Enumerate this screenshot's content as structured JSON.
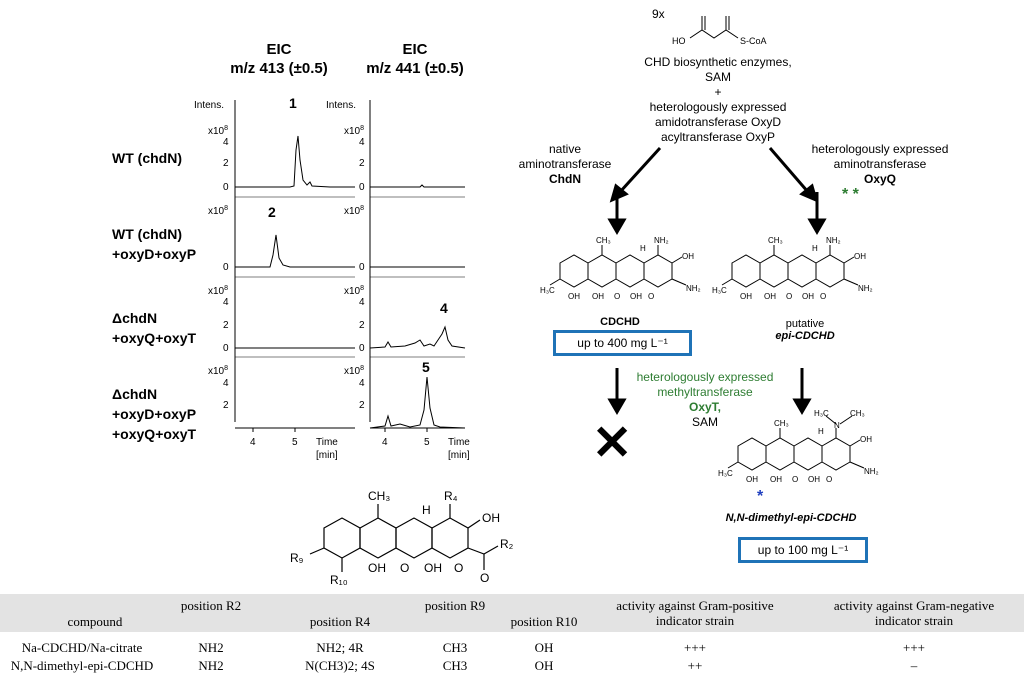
{
  "eic_left": {
    "title": "EIC",
    "subtitle": "m/z 413 (±0.5)"
  },
  "eic_right": {
    "title": "EIC",
    "subtitle": "m/z 441 (±0.5)"
  },
  "rows": [
    {
      "label_1": "WT (chdN)",
      "label_2": "",
      "label_3": ""
    },
    {
      "label_1": "WT (chdN)",
      "label_2": "+oxyD+oxyP",
      "label_3": ""
    },
    {
      "label_1": "ΔchdN",
      "label_2": "+oxyQ+oxyT",
      "label_3": ""
    },
    {
      "label_1": "ΔchdN",
      "label_2": "+oxyD+oxyP",
      "label_3": "+oxyQ+oxyT"
    }
  ],
  "axis": {
    "intens": "Intens.",
    "scale": "x10",
    "scale_exp": "8",
    "y_ticks": [
      "4",
      "2",
      "0"
    ],
    "x_ticks": [
      "4",
      "5"
    ],
    "time_label": "Time",
    "time_unit": "[min]"
  },
  "peak_labels": [
    "1",
    "2",
    "4",
    "5"
  ],
  "pathway": {
    "substrate_count": "9x",
    "substrate_labels": [
      "HO",
      "S-CoA"
    ],
    "enzymes_line1": "CHD biosynthetic enzymes,",
    "enzymes_line2": "SAM",
    "plus": "+",
    "hetero_line1": "heterologously expressed",
    "hetero_line2": "amidotransferase OxyD",
    "hetero_line3": "acyltransferase OxyP",
    "native_line1": "native",
    "native_line2": "aminotransferase",
    "native_line3": "ChdN",
    "oxyq_line1": "heterologously expressed",
    "oxyq_line2": "aminotransferase",
    "oxyq_line3": "OxyQ",
    "oxyq_stars": "* *",
    "cdchd_name": "CDCHD",
    "cdchd_yield": "up to 400 mg L⁻¹",
    "epi_line1": "putative",
    "epi_line2": "epi-CDCHD",
    "oxyt_line1": "heterologously expressed",
    "oxyt_line2": "methyltransferase",
    "oxyt_line3": "OxyT,",
    "oxyt_line4": "SAM",
    "dimethyl_star": "*",
    "dimethyl_name": "N,N-dimethyl-epi-CDCHD",
    "dimethyl_yield": "up to 100 mg L⁻¹",
    "cross": "✕",
    "struct_labels": [
      "CH₃",
      "H",
      "NH₂",
      "OH",
      "H₃C",
      "OH",
      "OH",
      "O",
      "OH",
      "O",
      "O",
      "NH₂",
      "H₃C",
      "CH₃",
      "N"
    ],
    "generic_labels": [
      "CH₃",
      "R₄",
      "H",
      "OH",
      "R₉",
      "R₁₀",
      "OH",
      "O",
      "OH",
      "O",
      "O",
      "R₂"
    ]
  },
  "table": {
    "headers": [
      "compound",
      "position R2",
      "position R4",
      "position R9",
      "position R10",
      "activity against Gram-positive indicator strain",
      "activity against Gram-negative indicator strain"
    ],
    "rows": [
      [
        "Na-CDCHD/Na-citrate",
        "NH2",
        "NH2; 4R",
        "CH3",
        "OH",
        "+++",
        "+++"
      ],
      [
        "N,N-dimethyl-epi-CDCHD",
        "NH2",
        "N(CH3)2; 4S",
        "CH3",
        "OH",
        "++",
        "–"
      ]
    ]
  }
}
